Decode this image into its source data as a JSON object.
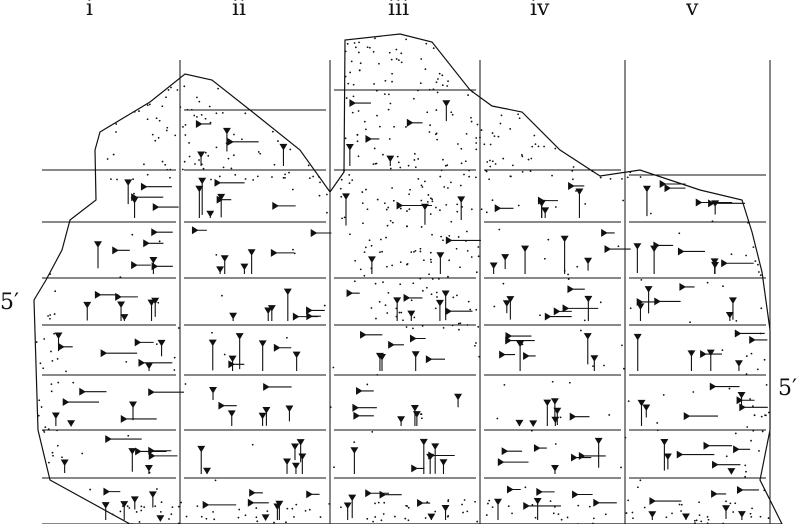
{
  "column_labels": [
    "i",
    "ii",
    "iii",
    "iv",
    "v"
  ],
  "line_markers": {
    "left": "5′",
    "right": "5′"
  },
  "colors": {
    "ink": "#111111",
    "background": "#ffffff"
  }
}
